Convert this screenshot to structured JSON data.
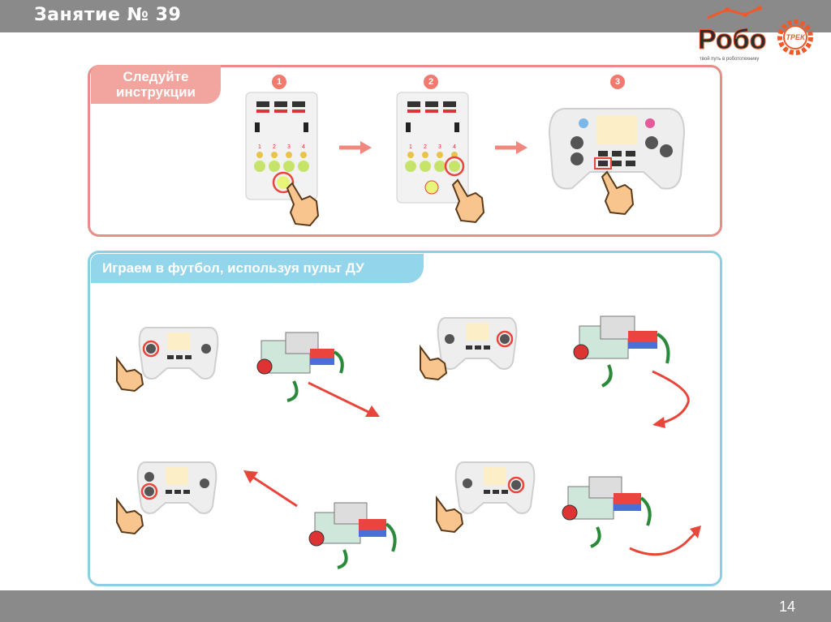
{
  "header": {
    "lesson_title": "Занятие № 39"
  },
  "logo": {
    "main_text": "Робо",
    "badge_text": "ТРЕК",
    "tagline": "твой путь в робототехнику",
    "color": "#ee5a2b"
  },
  "instructions": {
    "label_line1": "Следуйте",
    "label_line2": "инструкции",
    "steps": [
      "1",
      "2",
      "3"
    ],
    "device_number_labels": [
      "1",
      "2",
      "3",
      "4"
    ]
  },
  "football": {
    "label": "Играем в футбол, используя пульт ДУ"
  },
  "footer": {
    "page_number": "14"
  },
  "colors": {
    "accent_red": "#e8463a",
    "instructions_border": "#e98d8a",
    "football_border": "#8ccfe4",
    "bar_gray": "#8a8a8a"
  }
}
